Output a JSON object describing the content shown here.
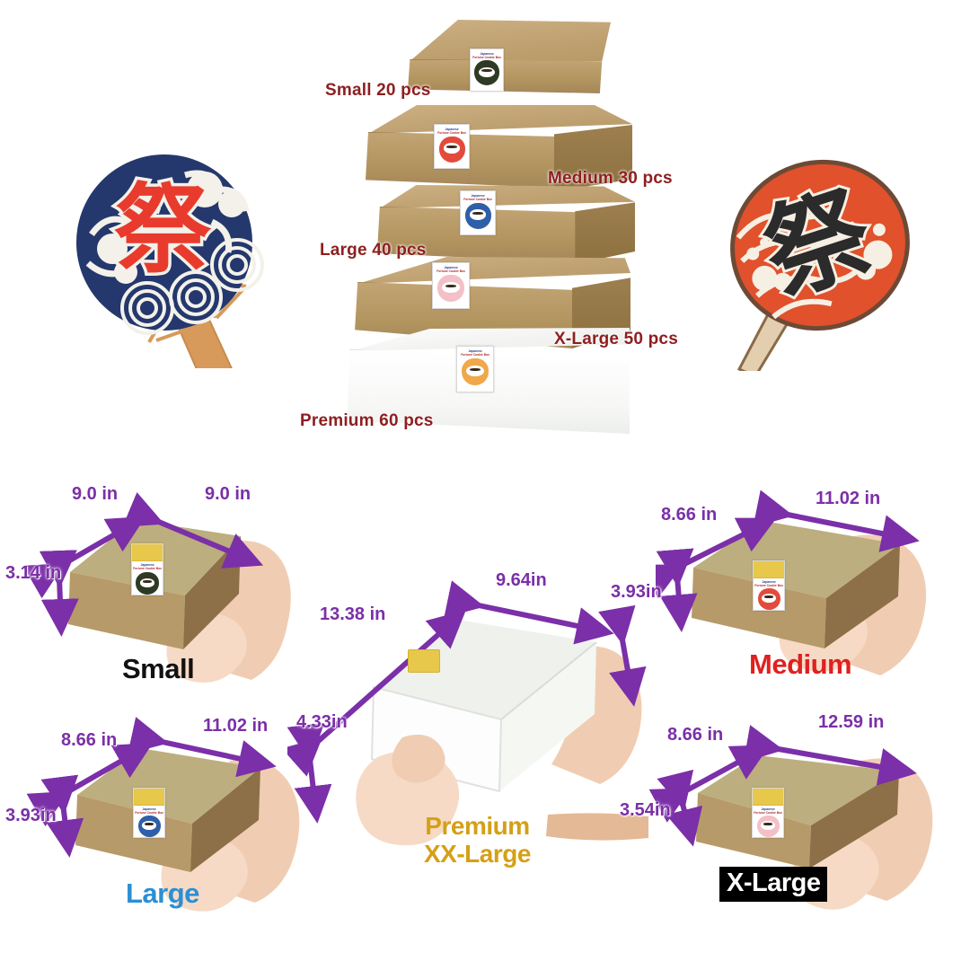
{
  "product": {
    "sticker_line1": "Japanese",
    "sticker_line2": "Fortune Cookie Box"
  },
  "stack": {
    "items": [
      {
        "id": "small",
        "label": "Small 20 pcs",
        "sticker_color": "#2f3a24"
      },
      {
        "id": "medium",
        "label": "Medium 30 pcs",
        "sticker_color": "#e24b3c"
      },
      {
        "id": "large",
        "label": "Large 40 pcs",
        "sticker_color": "#2f5fa8"
      },
      {
        "id": "xlarge",
        "label": "X-Large 50 pcs",
        "sticker_color": "#f2c0c6"
      },
      {
        "id": "premium",
        "label": "Premium 60 pcs",
        "sticker_color": "#f0a84a"
      }
    ],
    "label_color": "#8e1f20"
  },
  "fans": {
    "left": {
      "name": "festival-fan-blue",
      "kanji": "祭",
      "disc_color": "#24386e",
      "kanji_color": "#e83b2d",
      "handle_color": "#d79a5b"
    },
    "right": {
      "name": "festival-fan-red",
      "kanji": "祭",
      "disc_color": "#e0512c",
      "kanji_color": "#2b2b2b",
      "handle_color": "#e3cfb0"
    }
  },
  "sizes": [
    {
      "id": "small",
      "name": "Small",
      "name_color": "#111111",
      "depth": "9.0 in",
      "width": "9.0 in",
      "height": "3.14 in",
      "box_color": "cardboard",
      "sticker_color": "#2f3a24"
    },
    {
      "id": "medium",
      "name": "Medium",
      "name_color": "#e02020",
      "depth": "8.66 in",
      "width": "11.02 in",
      "height": "3.93in",
      "box_color": "cardboard",
      "sticker_color": "#e24b3c"
    },
    {
      "id": "large",
      "name": "Large",
      "name_color": "#2b8fd4",
      "depth": "8.66 in",
      "width": "11.02 in",
      "height": "3.93in",
      "box_color": "cardboard",
      "sticker_color": "#2f5fa8"
    },
    {
      "id": "xlarge",
      "name": "X-Large",
      "name_color": "#ffffff",
      "depth": "8.66 in",
      "width": "12.59 in",
      "height": "3.54in",
      "box_color": "cardboard",
      "sticker_color": "#f2c0c6"
    },
    {
      "id": "premium",
      "name_line1": "Premium",
      "name_line2": "XX-Large",
      "name_color": "#d4a017",
      "depth": "13.38 in",
      "width": "9.64in",
      "height_left": "4.33in",
      "height_right": "3.93",
      "height_right2": "3.54",
      "box_color": "white",
      "sticker_color": "#e6b84a"
    }
  ],
  "colors": {
    "dimension_text": "#7b2fa8",
    "arrow": "#7b2fa8",
    "stack_label": "#8e1f20",
    "background": "#ffffff"
  }
}
